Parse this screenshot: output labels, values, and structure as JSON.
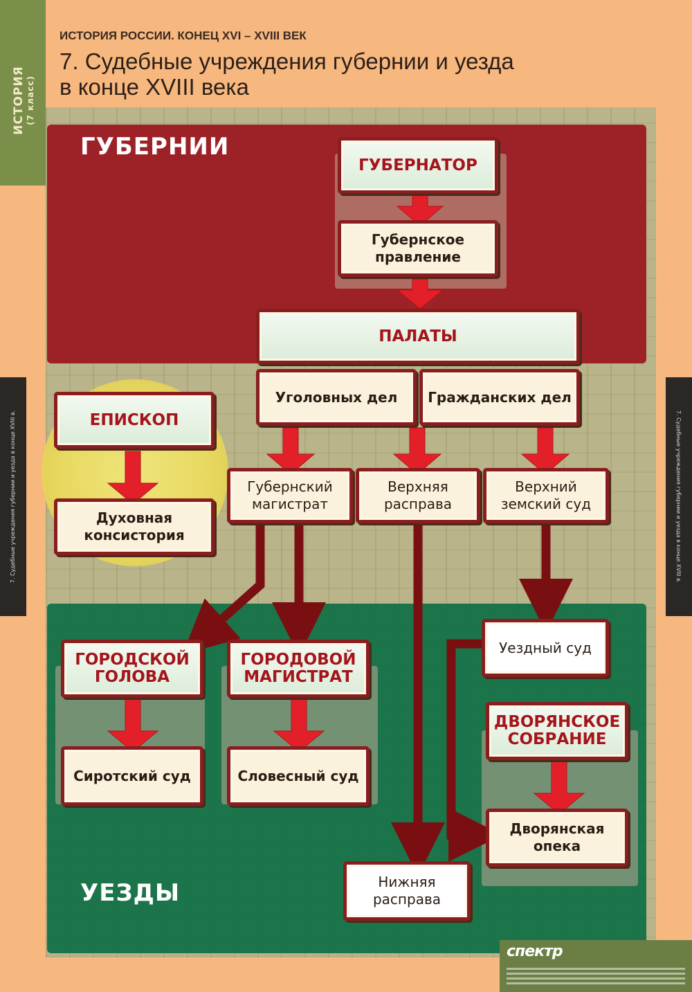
{
  "header": {
    "series": "ИСТОРИЯ РОССИИ. КОНЕЦ XVI – XVIII ВЕК",
    "title_line1": "7. Судебные учреждения губернии и уезда",
    "title_line2": "в конце  XVIII века"
  },
  "sidebar": {
    "subject": "ИСТОРИЯ",
    "grade": "(7 класс)"
  },
  "side_tabs": {
    "left": "7. Судебные учреждения губернии и уезда в конце XVIII в.",
    "right": "7. Судебные учреждения губернии и уезда в конце XVIII в."
  },
  "zones": {
    "gubernii": "ГУБЕРНИИ",
    "uezdy": "УЕЗДЫ"
  },
  "nodes": {
    "gubernator": "ГУБЕРНАТОР",
    "gub_pravlenie": "Губернское правление",
    "palaty": "ПАЛАТЫ",
    "ugolovnyh": "Уголовных дел",
    "grazhdanskih": "Гражданских дел",
    "episkop": "ЕПИСКОП",
    "duh_konsistoriya": "Духовная консистория",
    "gub_magistrat": "Губернский магистрат",
    "verh_rasprava": "Верхняя расправа",
    "verh_zem_sud": "Верхний земский суд",
    "gor_golova": "ГОРОДСКОЙ ГОЛОВА",
    "gor_magistrat": "ГОРОДОВОЙ МАГИСТРАТ",
    "sirot_sud": "Сиротский суд",
    "slovesny_sud": "Словесный суд",
    "uezd_sud": "Уездный суд",
    "dvor_sobranie": "ДВОРЯНСКОЕ СОБРАНИЕ",
    "dvor_opeka": "Дворянская опека",
    "nizh_rasprava": "Нижняя расправа"
  },
  "publisher": {
    "logo": "спектр"
  }
}
